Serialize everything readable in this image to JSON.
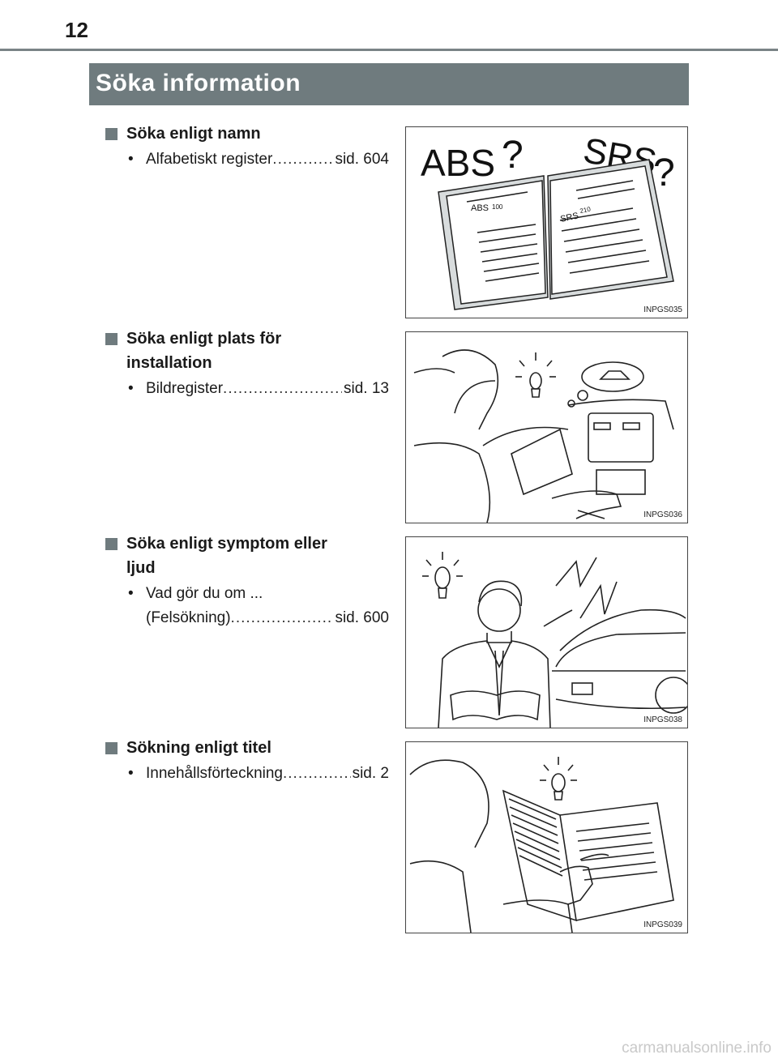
{
  "page_number": "12",
  "title": "Söka information",
  "sections": [
    {
      "heading_lines": [
        "Söka enligt namn"
      ],
      "item": {
        "lines": [],
        "label": "Alfabetiskt register",
        "ref": "sid. 604"
      },
      "figure_code": "INPGS035",
      "figure_texts": [
        "ABS",
        "SRS",
        "ABS",
        "100",
        "SRS",
        "210"
      ]
    },
    {
      "heading_lines": [
        "Söka enligt plats för",
        "installation"
      ],
      "item": {
        "lines": [],
        "label": "Bildregister",
        "ref": "sid. 13"
      },
      "figure_code": "INPGS036"
    },
    {
      "heading_lines": [
        "Söka enligt symptom eller",
        "ljud"
      ],
      "item": {
        "lines": [
          "Vad gör du om ..."
        ],
        "label": "(Felsökning)",
        "ref": "sid. 600"
      },
      "figure_code": "INPGS038"
    },
    {
      "heading_lines": [
        "Sökning enligt titel"
      ],
      "item": {
        "lines": [],
        "label": "Innehållsförteckning",
        "ref": "sid. 2"
      },
      "figure_code": "INPGS039"
    }
  ],
  "watermark": "carmanualsonline.info",
  "colors": {
    "accent": "#6f7b7e",
    "rule": "#7a8386"
  }
}
